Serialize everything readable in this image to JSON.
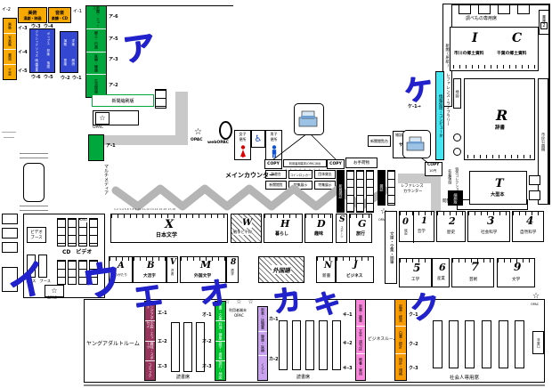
{
  "ann": {
    "a": "ア",
    "i": "イ",
    "u": "ウ",
    "e": "エ",
    "o": "オ",
    "ka": "カ",
    "ki": "キ",
    "ku": "ク",
    "ke": "ケ"
  },
  "tl": {
    "i1": "イ-1",
    "i2": "イ-2",
    "i3": "イ-3",
    "i4": "イ-4",
    "i5": "イ-5",
    "y1a": "美術",
    "y1b": "演劇・映画",
    "y2a": "音楽",
    "y2b": "楽譜・CD",
    "ls": [
      "画集",
      "写真集",
      "書道",
      "工芸"
    ],
    "u1": "ウ-1",
    "u2": "ウ-2",
    "u3": "ウ-3",
    "u4": "ウ-4",
    "u5": "ウ-5",
    "u6": "ウ-6",
    "b1": [
      "クラシック",
      "ポップス",
      "ジャズ",
      "邦楽",
      "映画音楽",
      "落語"
    ],
    "b2": [
      "演歌",
      "洋楽",
      "童謡",
      "朗読"
    ],
    "g": [
      "新聞・ニュース",
      "郷土・行政",
      "医療・健康",
      "生活情報"
    ],
    "a6": "ア-6",
    "a5": "ア-5",
    "a3": "ア-3",
    "a2": "ア-2",
    "a1": "ア-1",
    "shuku": "新聞縮刷版",
    "star": "☆",
    "opac": "OPAC",
    "mm": "マルチメディア"
  },
  "av": {
    "vb1": "ビデオ",
    "vb2": "ブース",
    "booth": "ブース　ブース",
    "cd": "CD　ビデオ",
    "dvd": "DVD",
    "star": "☆",
    "opac": "OPAC"
  },
  "ct": {
    "counter": "メインカウンター",
    "star": "☆",
    "opac": "OPAC",
    "web": "webOPAC",
    "wf1": "女子",
    "wf2": "便所",
    "wm1": "男子",
    "wm2": "便所",
    "copy": "COPY",
    "term": "利用者用端末(OPAC)8台",
    "stars": "☆☆☆☆☆☆☆☆☆",
    "r1": [
      "辞書台",
      "コインロッカー",
      "団体貸出"
    ],
    "r2": [
      "新聞閲覧",
      "特集展示",
      "特集展示"
    ],
    "np": "新聞閲覧台",
    "sv1": "雑誌",
    "sv2": "サービス台",
    "bag": "お手荷物",
    "m1": "新着雑誌",
    "m2": "雑誌",
    "rc1": "レファレンス",
    "rc2": "カウンター"
  },
  "sh": {
    "ticks": "1-2 3-4 5-6 7-8 9-10 11-12 13-14 15-16 17-18",
    "row1": [
      {
        "c": "X",
        "l": "日本文学"
      },
      {
        "c": "W",
        "l": "戦争と平和"
      },
      {
        "c": "H",
        "l": "暮らし"
      },
      {
        "c": "D",
        "l": "趣味"
      },
      {
        "c": "S",
        "l": "スポーツ"
      },
      {
        "c": "G",
        "l": "旅行"
      }
    ],
    "row2": [
      {
        "c": "A",
        "l": "ものがたり"
      },
      {
        "c": "B",
        "l": "大活字"
      },
      {
        "c": "V",
        "l": "洋書"
      },
      {
        "c": "M",
        "l": "外国文学"
      },
      {
        "c": "8",
        "l": "語学"
      },
      {
        "c": "",
        "l": "外国語"
      },
      {
        "c": "N",
        "l": "新書"
      },
      {
        "c": "J",
        "l": "ビジネス"
      }
    ],
    "strip": "文庫・全集・随筆",
    "r1": [
      {
        "c": "0",
        "l": "総記"
      },
      {
        "c": "1",
        "l": "哲学"
      },
      {
        "c": "2",
        "l": "歴史"
      },
      {
        "c": "3",
        "l": "社会科学"
      },
      {
        "c": "4",
        "l": "自然科学"
      }
    ],
    "r2": [
      {
        "c": "5",
        "l": "工学"
      },
      {
        "c": "6",
        "l": "産業"
      },
      {
        "c": "7",
        "l": "芸術"
      },
      {
        "c": "9",
        "l": "文学"
      }
    ],
    "read": "閲覧席→",
    "wall": "文庫本棚",
    "star": "☆",
    "opac": "OPAC"
  },
  "tr": {
    "seats": "調べもの専用席",
    "wall": "新聞(原紙)",
    "ic_i": "I",
    "ic_il": "市川の郷土資料",
    "ic_c": "C",
    "ic_cl": "千葉の郷土資料",
    "ev": "書庫",
    "ev2": "2",
    "ke1": "ケ-1→",
    "cyan": "情報処理・コンピュータ",
    "ref": "レファレンス・ライブラリー",
    "map": "地図",
    "r": "R",
    "rl": "辞書",
    "wall2": "市民公園側",
    "copy": "COPY",
    "copy2": "10円",
    "meicho": "名著復刻",
    "tokubetsu": "特別コレクション",
    "shuku": "縮刷版",
    "t": "T",
    "tl2": "大型本"
  },
  "bt": {
    "yar": "ヤングアダルトルーム",
    "dokusho1": "読書席",
    "dokusho2": "読書席",
    "shakaijin": "社会人専用席",
    "biz": "ビジネスルーム",
    "stars3": "☆　☆　☆",
    "term1": "利用者端末",
    "term2": "OPAC",
    "e_cells": [
      "ヤングアダルト",
      "小説・エッセイ",
      "趣味・スポーツ",
      "コミック"
    ],
    "e1": "エ-1",
    "e2": "エ-2",
    "e3": "エ-3",
    "o_cells": [
      "新書・文庫",
      "料理・健康",
      "語学・資格",
      "旅行・地図"
    ],
    "o1": "オ-1",
    "o2": "オ-2",
    "o3": "オ-3",
    "ka_cells": [
      "新着・話題書",
      "健康・医療",
      "くらし"
    ],
    "ka1": "カ-1",
    "ka2": "カ-2",
    "ki_cells": [
      "新書・叢書",
      "文芸・週刊誌",
      "教養・実用"
    ],
    "ki1": "キ-1",
    "ki2": "キ-2",
    "ki3": "キ-3",
    "ku_cells": [
      "起業・経営",
      "白書・統計",
      "特許・規格"
    ],
    "ku1": "ク-1",
    "ku2": "ク-2",
    "ku3": "ク-3",
    "star": "☆",
    "opac": "OPAC",
    "exit": "非常口"
  },
  "colors": {
    "yellow": "#f7a900",
    "blue": "#3347d1",
    "green": "#00a73c",
    "green2": "#00c22e",
    "cyan": "#45e6f2",
    "maroon": "#97345c",
    "purple": "#c9a3ee",
    "pink": "#f887dc",
    "orange": "#f89b00",
    "anno_blue": "#2222cc",
    "counter_gray": "#b5b5b5"
  }
}
